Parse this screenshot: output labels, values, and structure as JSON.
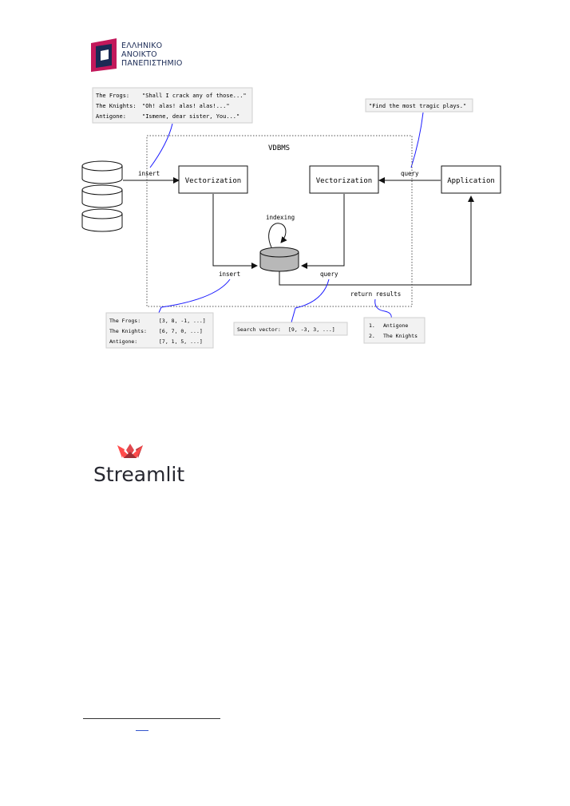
{
  "header": {
    "logo_lines": [
      "ΕΛΛΗΝΙΚΟ",
      "ΑΝΟΙΚΤΟ",
      "ΠΑΝΕΠΙΣΤΗΜΙΟ"
    ]
  },
  "diagram": {
    "region_label": "VDBMS",
    "nodes": {
      "vectorization_left": "Vectorization",
      "vectorization_right": "Vectorization",
      "application": "Application"
    },
    "edge_labels": {
      "insert_top": "insert",
      "query_top": "query",
      "indexing": "indexing",
      "insert_bottom": "insert",
      "query_bottom": "query",
      "return_results": "return results"
    },
    "source_docs": [
      {
        "title": "The Frogs:",
        "text": "\"Shall I crack any of those...\""
      },
      {
        "title": "The Knights:",
        "text": "\"Oh!  alas!  alas!  alas!...\""
      },
      {
        "title": "Antigone:",
        "text": "\"Ismene, dear sister, You...\""
      }
    ],
    "query_text": "\"Find the most tragic plays.\"",
    "vectors": [
      {
        "title": "The Frogs:",
        "vector": "[3, 8, -1, ...]"
      },
      {
        "title": "The Knights:",
        "vector": "[6, 7, 0, ...]"
      },
      {
        "title": "Antigone:",
        "vector": "[7, 1, 5, ...]"
      }
    ],
    "search_vector": {
      "label": "Search vector:",
      "value": "[9, -3, 3, ...]"
    },
    "results": [
      {
        "rank": "1.",
        "name": "Antigone"
      },
      {
        "rank": "2.",
        "name": "The Knights"
      }
    ]
  },
  "streamlit": {
    "wordmark": "Streamlit"
  },
  "colors": {
    "logo_magenta": "#c2185b",
    "logo_navy": "#1a2a55",
    "callout_blue": "#1a1aff",
    "note_fill": "#f2f2f2",
    "db_fill": "#b8b8b8",
    "streamlit_red": "#e0484e"
  }
}
